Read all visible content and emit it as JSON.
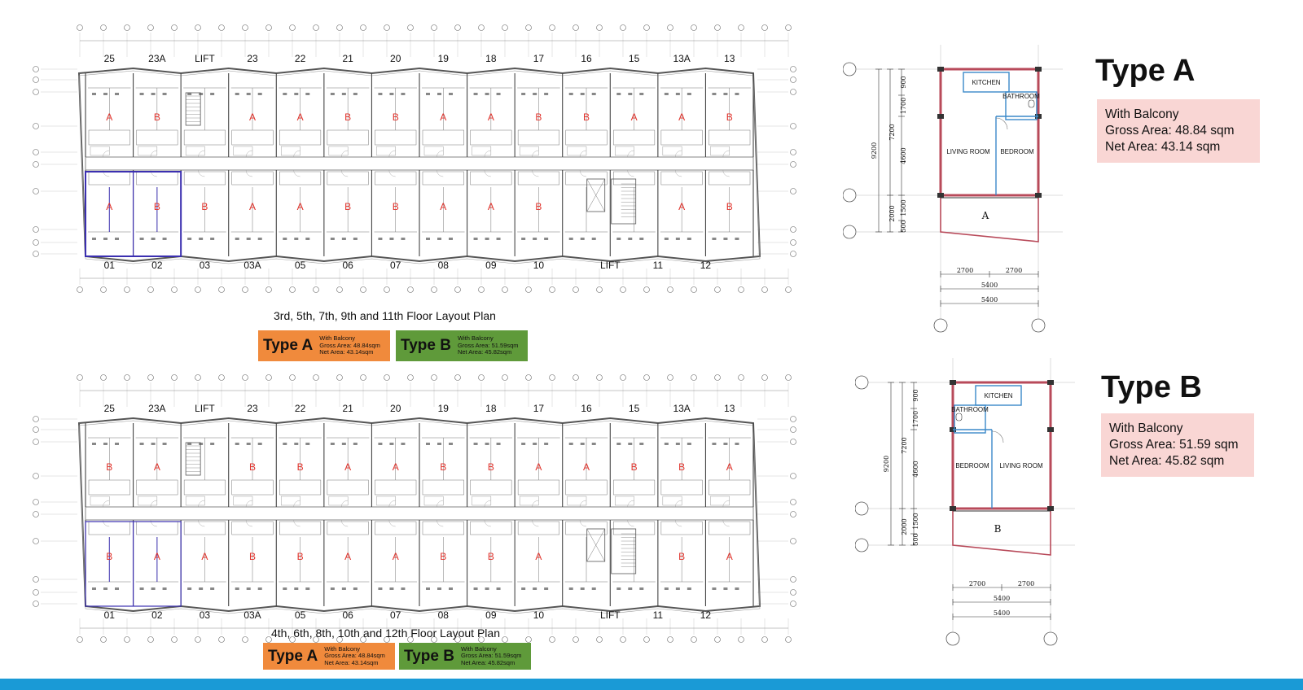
{
  "plans": [
    {
      "top_units": [
        "25",
        "23A",
        "LIFT",
        "23",
        "22",
        "21",
        "20",
        "19",
        "18",
        "17",
        "16",
        "15",
        "13A",
        "13"
      ],
      "bottom_units": [
        "01",
        "02",
        "03",
        "03A",
        "05",
        "06",
        "07",
        "08",
        "09",
        "10",
        "LIFT",
        "11",
        "12"
      ],
      "top_types": [
        "A",
        "B",
        "",
        "A",
        "A",
        "B",
        "B",
        "A",
        "A",
        "B",
        "B",
        "A",
        "A",
        "B"
      ],
      "bottom_types": [
        "A",
        "B",
        "B",
        "A",
        "A",
        "B",
        "B",
        "A",
        "A",
        "B",
        "",
        "",
        "A",
        "B"
      ],
      "caption": "3rd, 5th, 7th, 9th and 11th Floor Layout Plan",
      "legend_a": {
        "title": "Type A",
        "line1": "With Balcony",
        "line2": "Gross Area: 48.84sqm",
        "line3": "Net Area: 43.14sqm"
      },
      "legend_b": {
        "title": "Type B",
        "line1": "With Balcony",
        "line2": "Gross Area: 51.59sqm",
        "line3": "Net Area: 45.82sqm"
      }
    },
    {
      "top_units": [
        "25",
        "23A",
        "LIFT",
        "23",
        "22",
        "21",
        "20",
        "19",
        "18",
        "17",
        "16",
        "15",
        "13A",
        "13"
      ],
      "bottom_units": [
        "01",
        "02",
        "03",
        "03A",
        "05",
        "06",
        "07",
        "08",
        "09",
        "10",
        "LIFT",
        "11",
        "12"
      ],
      "top_types": [
        "B",
        "A",
        "",
        "B",
        "B",
        "A",
        "A",
        "B",
        "B",
        "A",
        "A",
        "B",
        "B",
        "A"
      ],
      "bottom_types": [
        "B",
        "A",
        "A",
        "B",
        "B",
        "A",
        "A",
        "B",
        "B",
        "A",
        "",
        "",
        "B",
        "A"
      ],
      "caption": "4th, 6th, 8th, 10th and 12th Floor Layout Plan",
      "legend_a": {
        "title": "Type A",
        "line1": "With Balcony",
        "line2": "Gross Area: 48.84sqm",
        "line3": "Net Area: 43.14sqm"
      },
      "legend_b": {
        "title": "Type B",
        "line1": "With Balcony",
        "line2": "Gross Area: 51.59sqm",
        "line3": "Net Area: 45.82sqm"
      }
    }
  ],
  "types": [
    {
      "title": "Type A",
      "balcony": "With Balcony",
      "gross": "Gross Area: 48.84 sqm",
      "net": "Net Area: 43.14 sqm",
      "rooms": {
        "kitchen": "KITCHEN",
        "bathroom": "BATHROOM",
        "living": "LIVING ROOM",
        "bedroom": "BEDROOM",
        "letter": "A"
      },
      "dims": {
        "v1": "900",
        "v2": "1700",
        "v3": "4600",
        "v4": "1500",
        "v5": "500",
        "total_upper": "7200",
        "total_lower": "2000",
        "overall": "9200",
        "w1": "2700",
        "w2": "2700",
        "w_total1": "5400",
        "w_total2": "5400"
      }
    },
    {
      "title": "Type B",
      "balcony": "With Balcony",
      "gross": "Gross Area: 51.59 sqm",
      "net": "Net Area: 45.82 sqm",
      "rooms": {
        "kitchen": "KITCHEN",
        "bathroom": "BATHROOM",
        "living": "LIVING ROOM",
        "bedroom": "BEDROOM",
        "letter": "B"
      },
      "dims": {
        "v1": "900",
        "v2": "1700",
        "v3": "4600",
        "v4": "1500",
        "v5": "500",
        "total_upper": "7200",
        "total_lower": "2000",
        "overall": "9200",
        "w1": "2700",
        "w2": "2700",
        "w_total1": "5400",
        "w_total2": "5400"
      }
    }
  ],
  "colors": {
    "type_a": "#f08a3c",
    "type_b": "#5f9a3a",
    "info_box": "#f9d6d4",
    "unit_label": "#e0312a",
    "highlight": "#3b2fb0",
    "bar": "#1a9ad6"
  }
}
